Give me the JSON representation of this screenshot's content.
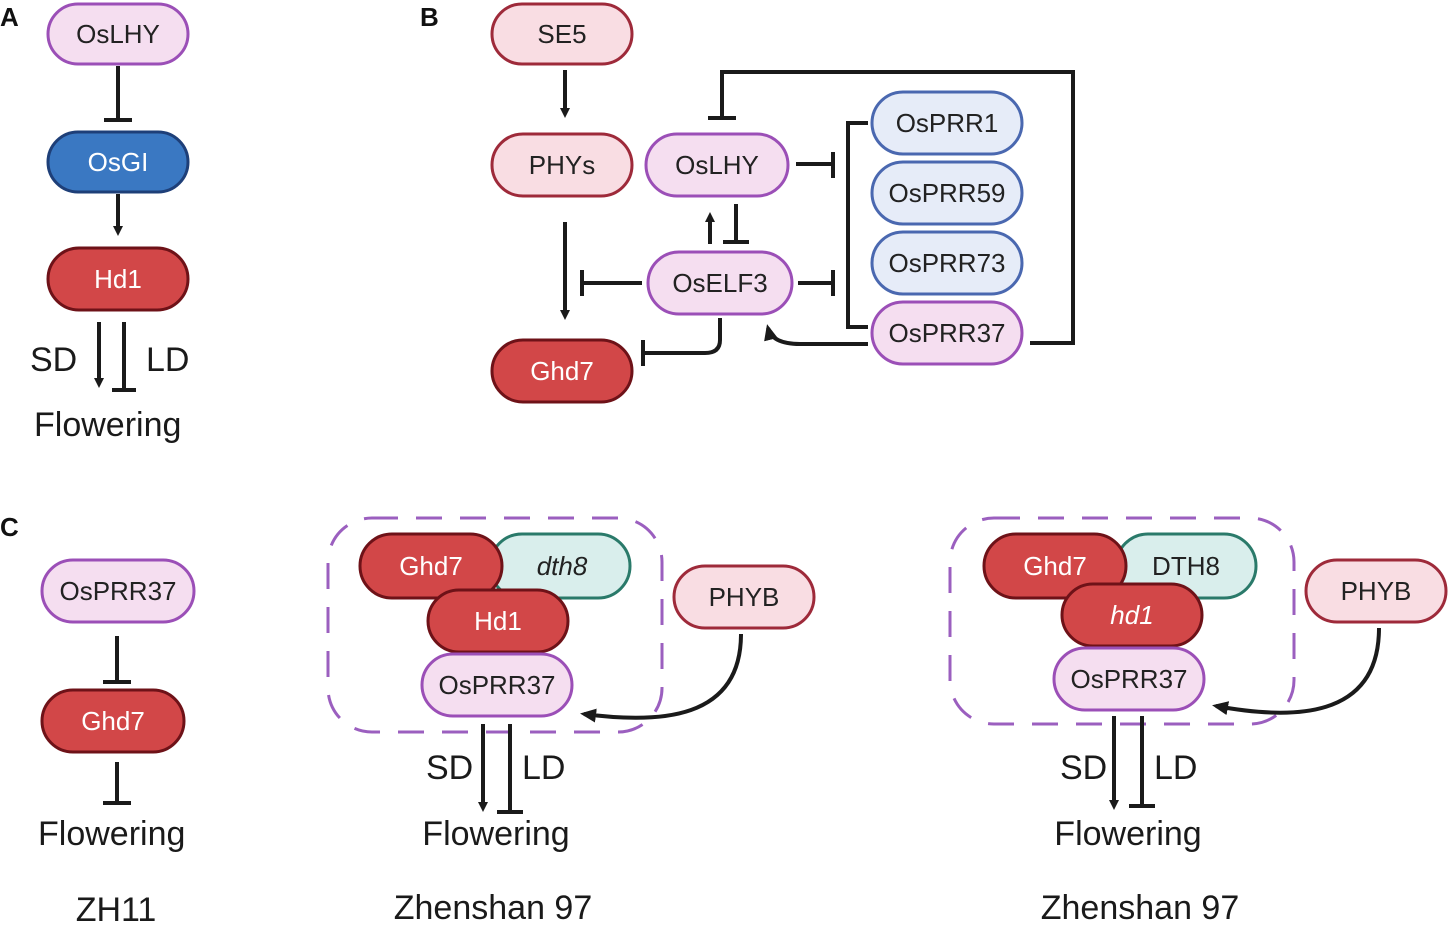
{
  "panels": {
    "a": "A",
    "b": "B",
    "c": "C"
  },
  "colors": {
    "pink_fill": "#f9dde3",
    "pink_stroke": "#9e2a3a",
    "lilac_fill": "#f5def0",
    "lilac_stroke": "#9b4fb7",
    "blue_fill": "#e6ecf8",
    "blue_stroke": "#4a68b0",
    "dark_blue_fill": "#3a78c2",
    "dark_blue_stroke": "#1e3f78",
    "red_fill": "#d24748",
    "red_stroke": "#6e1218",
    "teal_fill": "#d9eeec",
    "teal_stroke": "#2a7a6a"
  },
  "panel_a": {
    "oslhy": "OsLHY",
    "osgi": "OsGI",
    "hd1": "Hd1",
    "sd": "SD",
    "ld": "LD",
    "flowering": "Flowering"
  },
  "panel_b": {
    "se5": "SE5",
    "phys": "PHYs",
    "ghd7": "Ghd7",
    "oslhy": "OsLHY",
    "oself3": "OsELF3",
    "osprr1": "OsPRR1",
    "osprr59": "OsPRR59",
    "osprr73": "OsPRR73",
    "osprr37": "OsPRR37"
  },
  "panel_c": {
    "zh11": {
      "osprr37": "OsPRR37",
      "ghd7": "Ghd7",
      "flowering": "Flowering",
      "label": "ZH11"
    },
    "zs97_a": {
      "ghd7": "Ghd7",
      "dth8": "dth8",
      "hd1": "Hd1",
      "osprr37": "OsPRR37",
      "phyb": "PHYB",
      "sd": "SD",
      "ld": "LD",
      "flowering": "Flowering",
      "label": "Zhenshan 97"
    },
    "zs97_b": {
      "ghd7": "Ghd7",
      "dth8": "DTH8",
      "hd1": "hd1",
      "osprr37": "OsPRR37",
      "phyb": "PHYB",
      "sd": "SD",
      "ld": "LD",
      "flowering": "Flowering",
      "label": "Zhenshan 97"
    }
  }
}
